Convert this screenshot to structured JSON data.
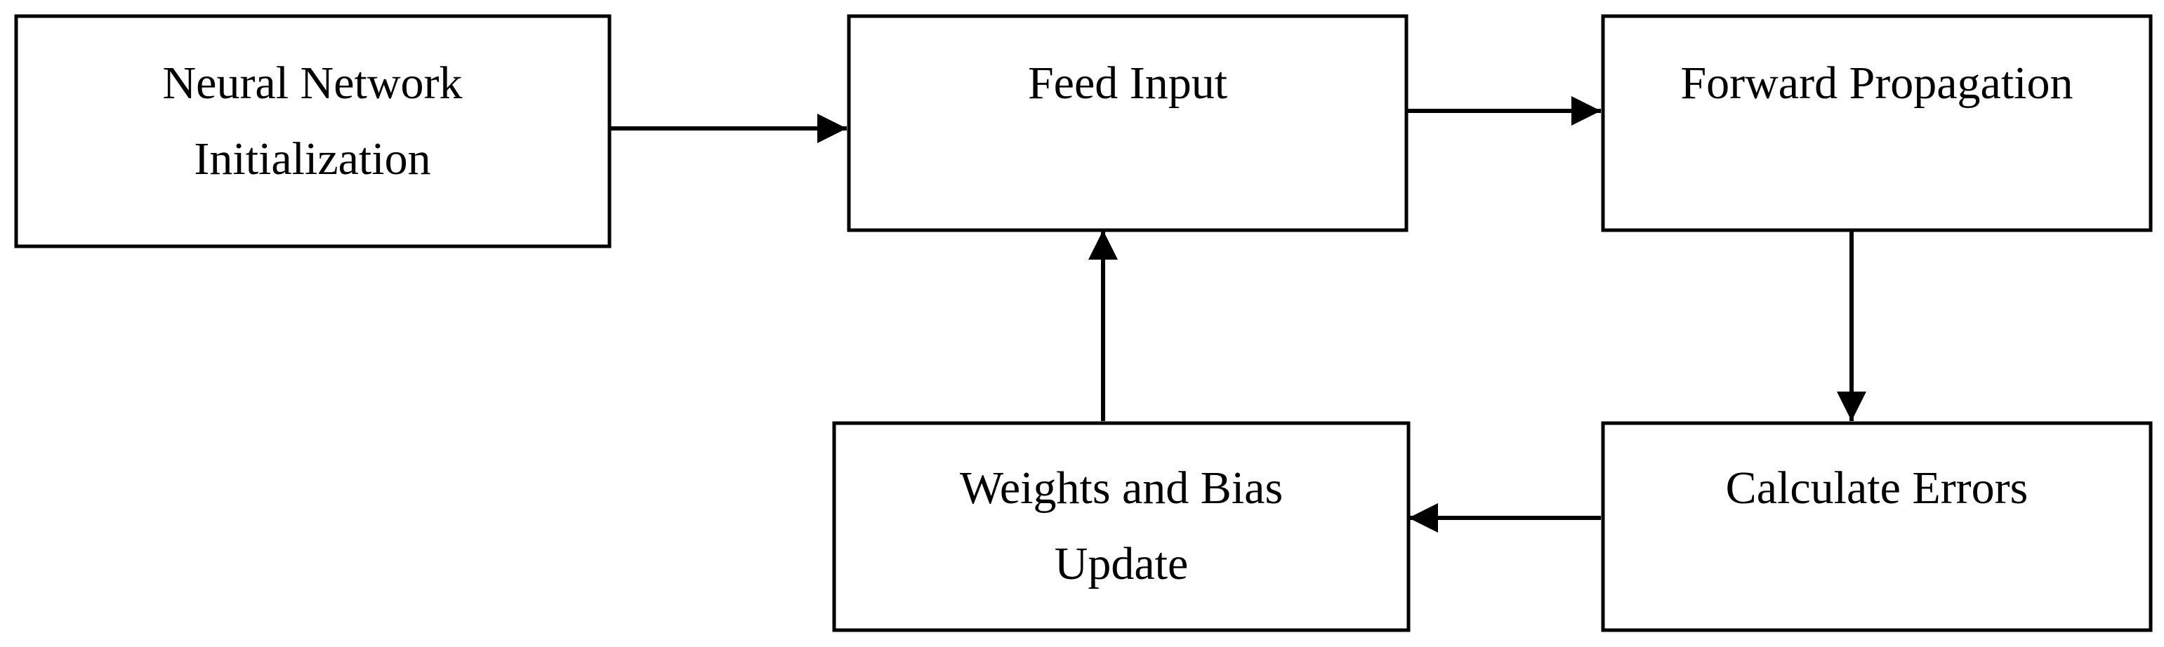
{
  "diagram": {
    "nodes": [
      {
        "id": "init",
        "lines": [
          "Neural Network",
          "Initialization"
        ]
      },
      {
        "id": "feed",
        "lines": [
          "Feed Input"
        ]
      },
      {
        "id": "forward",
        "lines": [
          "Forward Propagation"
        ]
      },
      {
        "id": "errors",
        "lines": [
          "Calculate Errors"
        ]
      },
      {
        "id": "update",
        "lines": [
          "Weights and Bias",
          "Update"
        ]
      }
    ],
    "edges": [
      {
        "from": "init",
        "to": "feed"
      },
      {
        "from": "feed",
        "to": "forward"
      },
      {
        "from": "forward",
        "to": "errors"
      },
      {
        "from": "errors",
        "to": "update"
      },
      {
        "from": "update",
        "to": "feed"
      }
    ],
    "colors": {
      "stroke": "#000000",
      "background": "#ffffff"
    }
  }
}
